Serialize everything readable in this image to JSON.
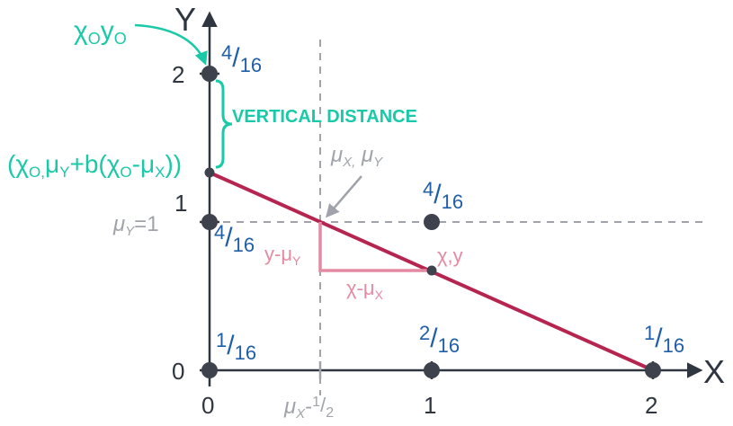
{
  "axes": {
    "x_label": "X",
    "y_label": "Y",
    "x_ticks": [
      "0",
      "1",
      "2"
    ],
    "y_ticks": [
      "0",
      "1",
      "2"
    ]
  },
  "points": [
    {
      "x": 0,
      "y": 2,
      "prob": {
        "num": "4",
        "den": "16"
      }
    },
    {
      "x": 0,
      "y": 1,
      "prob": {
        "num": "4",
        "den": "16"
      }
    },
    {
      "x": 0,
      "y": 0,
      "prob": {
        "num": "1",
        "den": "16"
      }
    },
    {
      "x": 1,
      "y": 1,
      "prob": {
        "num": "4",
        "den": "16"
      }
    },
    {
      "x": 1,
      "y": 0,
      "prob": {
        "num": "2",
        "den": "16"
      }
    },
    {
      "x": 2,
      "y": 0,
      "prob": {
        "num": "1",
        "den": "16"
      }
    }
  ],
  "regression_line": {
    "from": [
      0,
      1.33
    ],
    "to": [
      2,
      0
    ],
    "color": "#b5254f"
  },
  "observed_point": {
    "base": "χ",
    "sub": "O",
    "base2": "y",
    "sub2": "O"
  },
  "predicted_point_label": {
    "open": "(χ",
    "sub_o": "O,",
    "mu": "μ",
    "sub_y": "Y",
    "mid": "+b(χ",
    "sub_o2": "O",
    "minus": "-μ",
    "sub_x": "X",
    "close": "))"
  },
  "vertical_distance_label": "VERTICAL DISTANCE",
  "mean_point": {
    "mu1": "μ",
    "sub1": "X,",
    "mu2": " μ",
    "sub2": "Y"
  },
  "mu_y_line": {
    "mu": "μ",
    "sub": "Y",
    "rest": "=1"
  },
  "mu_x_tick": {
    "mu": "μ",
    "sub": "X",
    "rest": "-",
    "num": "1",
    "den": "2"
  },
  "sample_point": {
    "label": "χ,y"
  },
  "triangle": {
    "dy": {
      "base": "y-μ",
      "sub": "Y"
    },
    "dx": {
      "base": "χ-μ",
      "sub": "X"
    }
  },
  "colors": {
    "axis": "#2f3640",
    "probability": "#1f5fa8",
    "teal": "#19c9a8",
    "line": "#b5254f",
    "triangle": "#e48aa3",
    "mean_guides": "#a0a4aa"
  }
}
